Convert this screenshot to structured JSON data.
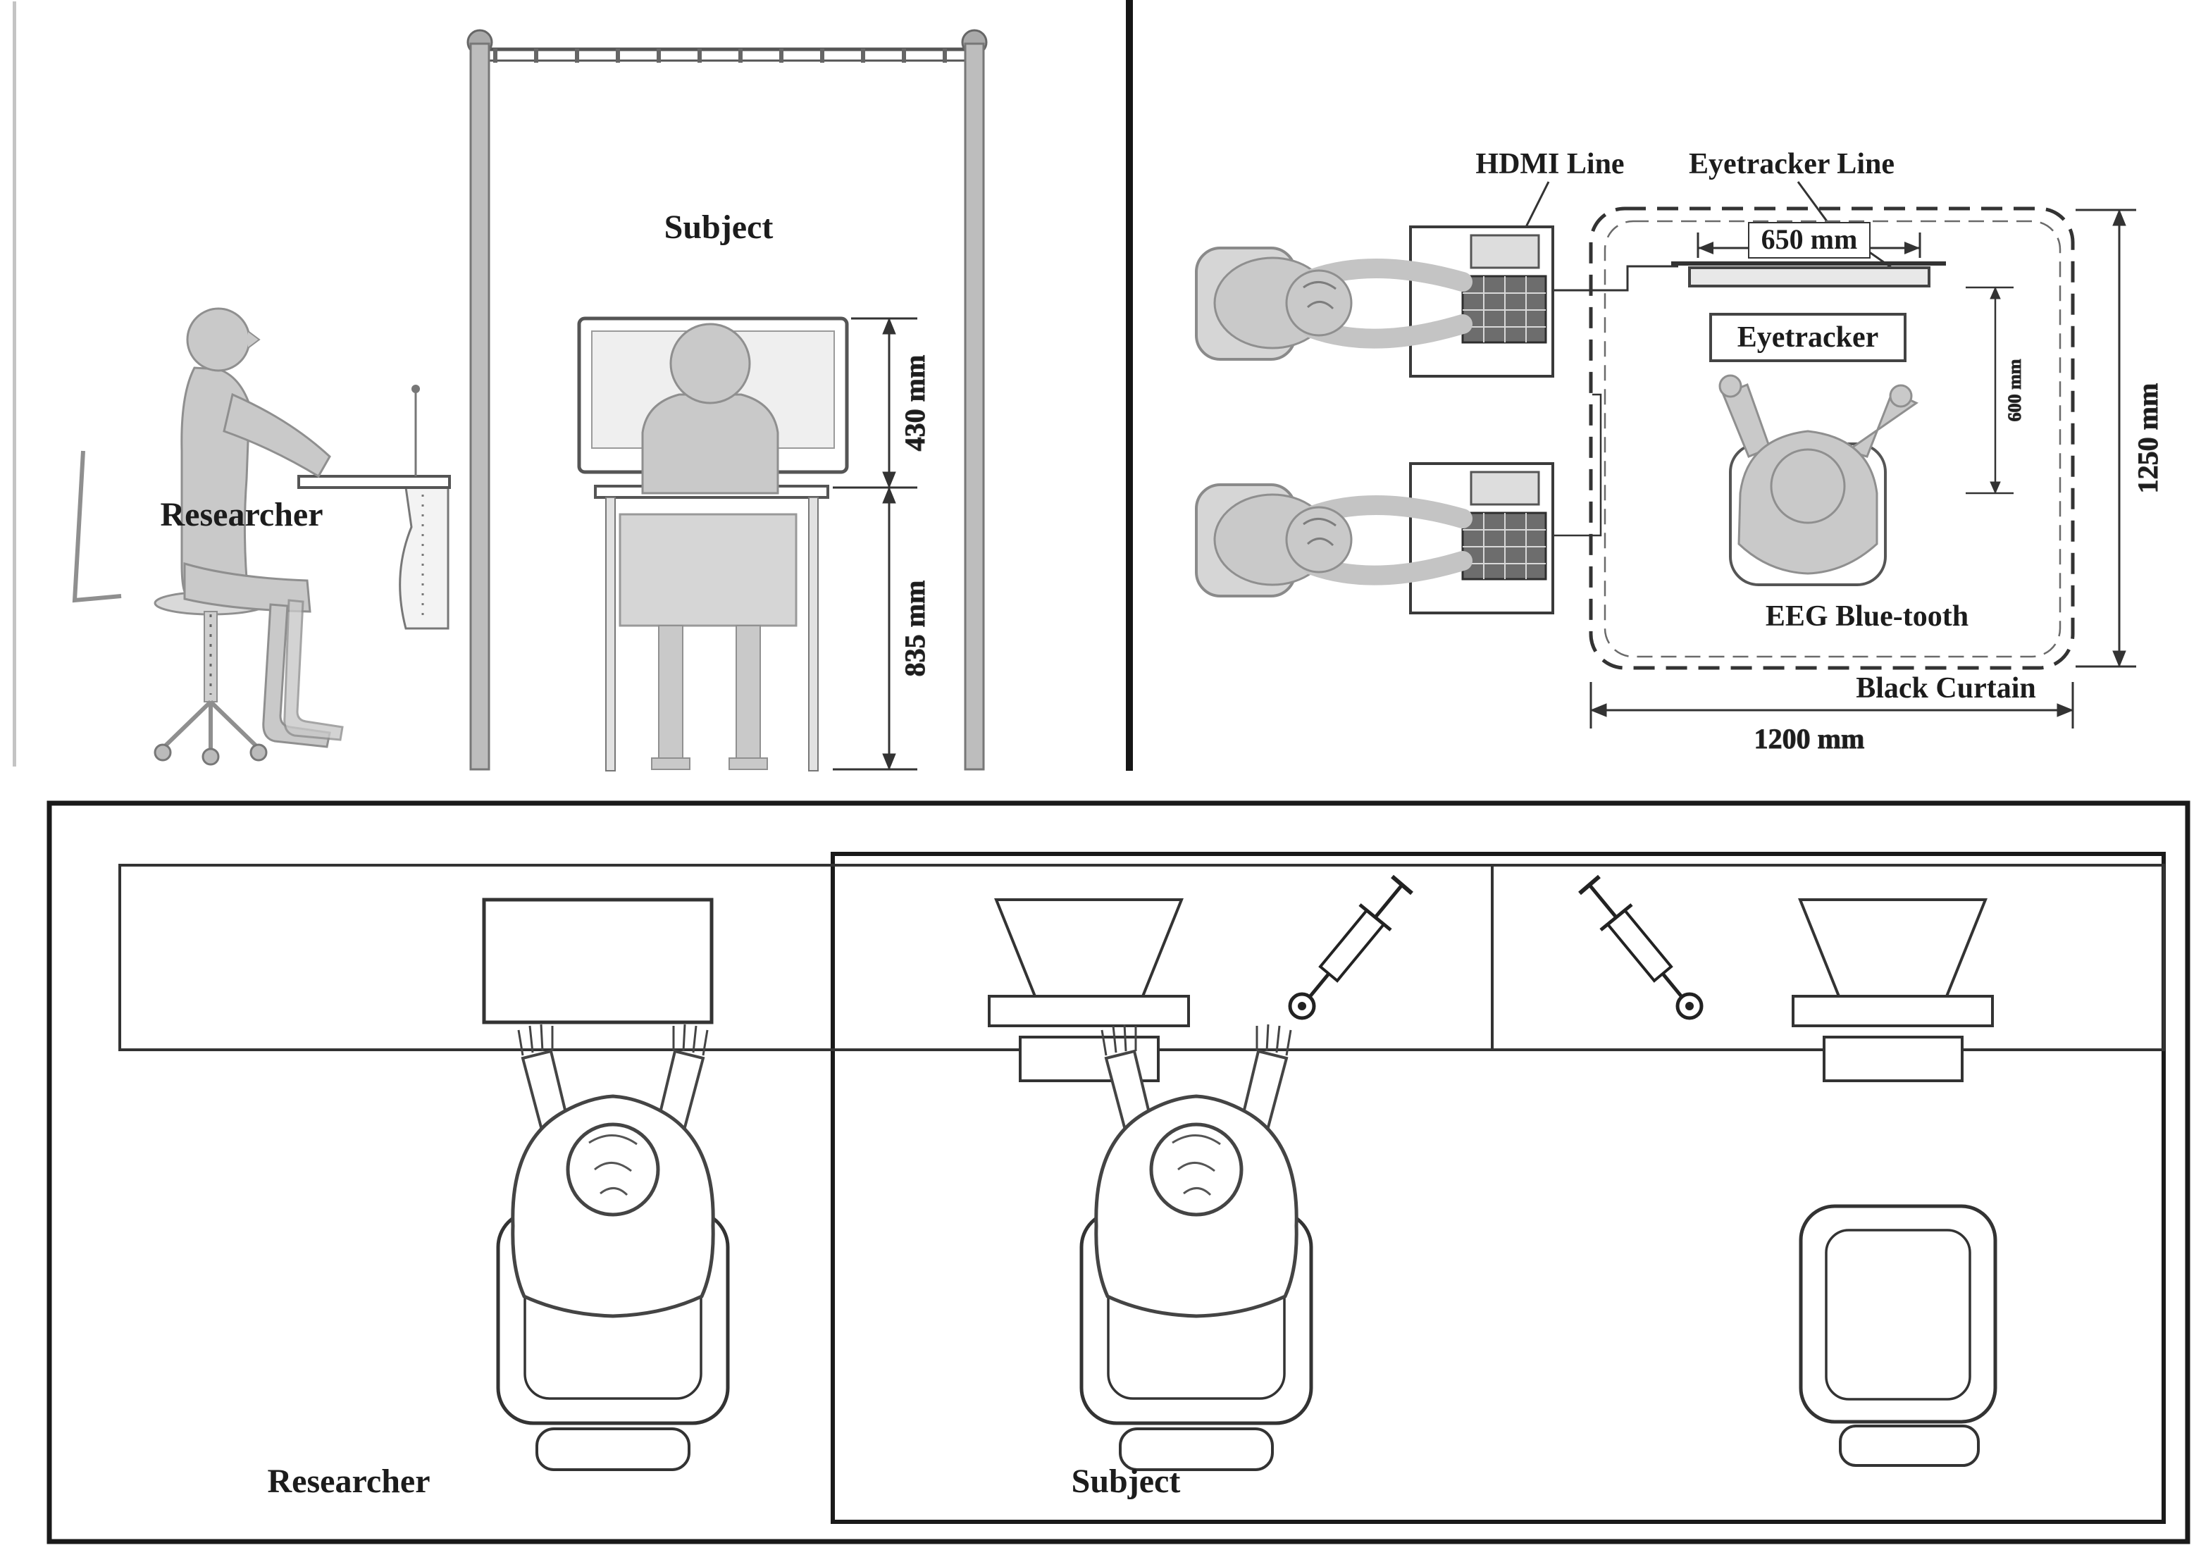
{
  "side_view": {
    "researcher_label": "Researcher",
    "subject_label": "Subject",
    "monitor_height_dim": "430 mm",
    "desk_height_dim": "835 mm"
  },
  "plan_view": {
    "hdmi_line_label": "HDMI Line",
    "eyetracker_line_label": "Eyetracker Line",
    "screen_width_dim": "650 mm",
    "eyetracker_label": "Eyetracker",
    "viewing_distance_dim": "600 mm",
    "eeg_bluetooth_label": "EEG Blue-tooth",
    "black_curtain_label": "Black Curtain",
    "curtain_width_dim": "1200 mm",
    "curtain_depth_dim": "1250 mm"
  },
  "room_plan": {
    "researcher_label": "Researcher",
    "subject_label": "Subject"
  },
  "colors": {
    "silhouette": "#c9c9c9",
    "line": "#333333",
    "ink": "#1a1a1a"
  }
}
